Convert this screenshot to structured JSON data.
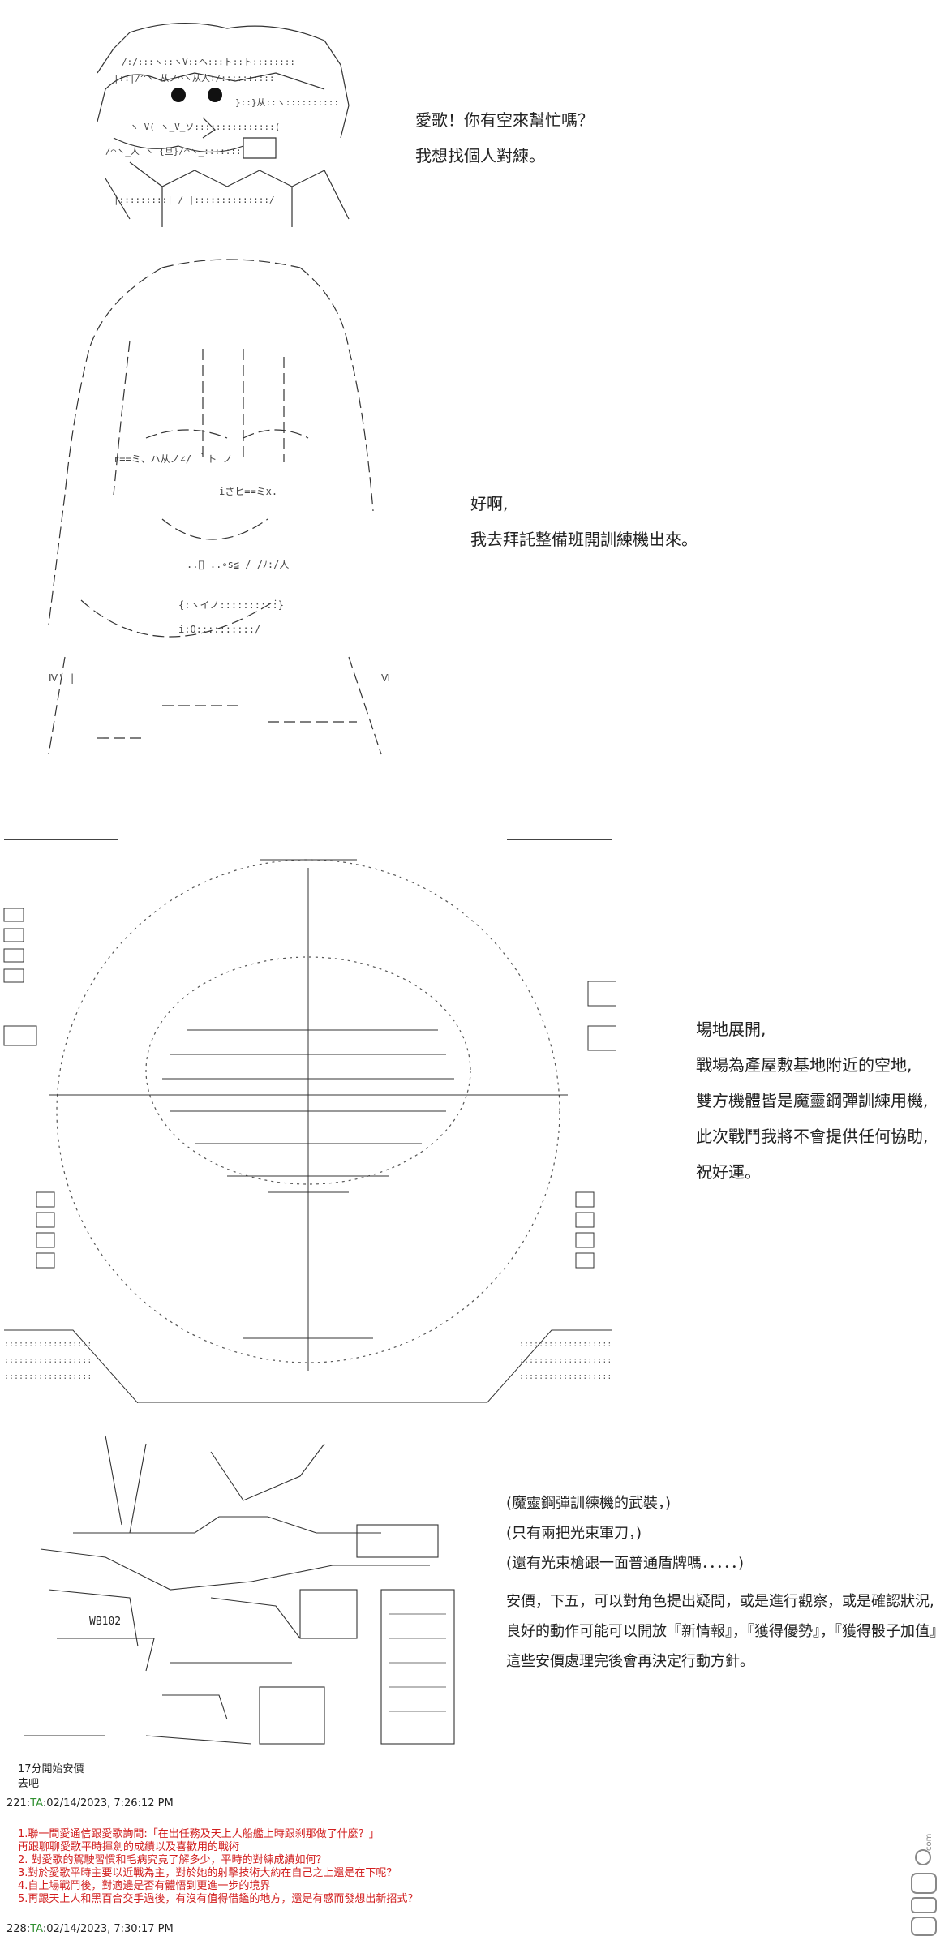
{
  "scene1": {
    "lines": [
      "愛歌！你有空來幫忙嗎？",
      "我想找個人對練。"
    ]
  },
  "scene2": {
    "lines": [
      "好啊,",
      "我去拜託整備班開訓練機出來。"
    ]
  },
  "scene3": {
    "lines": [
      "場地展開,",
      "戰場為產屋敷基地附近的空地,",
      "雙方機體皆是魔靈鋼彈訓練用機,",
      "此次戰鬥我將不會提供任何協助,",
      "祝好運。"
    ]
  },
  "scene4": {
    "mech_label": "WB102",
    "lines": [
      "(魔靈鋼彈訓練機的武裝，)",
      "(只有兩把光束軍刀，)",
      "(還有光束槍跟一面普通盾牌嗎．．．．．)",
      "安價，下五，可以對角色提出疑問，或是進行觀察，或是確認狀況,",
      "良好的動作可能可以開放『新情報』，『獲得優勢』，『獲得骰子加值』",
      "這些安價處理完後會再決定行動方針。"
    ]
  },
  "footer_note": {
    "line1": "17分開始安價",
    "line2": "去吧"
  },
  "post221": {
    "number": "221:",
    "tag": "TA",
    "timestamp": ":02/14/2023, 7:26:12 PM"
  },
  "votes": [
    "1.聯一問愛通信跟愛歌詢問:「在出任務及天上人船艦上時跟刹那做了什麼？」",
    "再跟聊聊愛歌平時揮劍的成績以及喜歡用的戰術",
    "2. 對愛歌的駕駛習慣和毛病究竟了解多少，平時的對練成績如何？",
    "3.對於愛歌平時主要以近戰為主，對於她的射擊技術大約在自己之上還是在下呢？",
    "4.自上場戰鬥後，對適邊是否有體悟到更進一步的境界",
    "5.再跟天上人和黑百合交手過後，有沒有值得借鑑的地方，還是有感而發想出新招式？"
  ],
  "post228": {
    "number": "228:",
    "tag": "TA",
    "timestamp": ":02/14/2023, 7:30:17 PM"
  },
  "watermark": {
    "text": "DM5.com"
  }
}
